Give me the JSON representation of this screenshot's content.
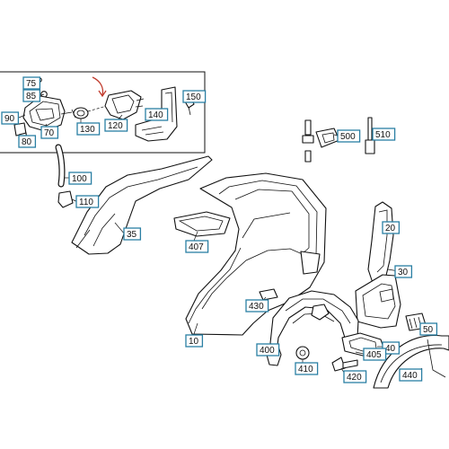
{
  "diagram": {
    "callouts": [
      {
        "id": "75",
        "label": "75"
      },
      {
        "id": "85",
        "label": "85"
      },
      {
        "id": "90",
        "label": "90"
      },
      {
        "id": "80",
        "label": "80"
      },
      {
        "id": "70",
        "label": "70"
      },
      {
        "id": "130",
        "label": "130"
      },
      {
        "id": "120",
        "label": "120"
      },
      {
        "id": "140",
        "label": "140"
      },
      {
        "id": "150",
        "label": "150"
      },
      {
        "id": "100",
        "label": "100"
      },
      {
        "id": "110",
        "label": "110"
      },
      {
        "id": "35",
        "label": "35"
      },
      {
        "id": "407",
        "label": "407"
      },
      {
        "id": "500",
        "label": "500"
      },
      {
        "id": "510",
        "label": "510"
      },
      {
        "id": "20",
        "label": "20"
      },
      {
        "id": "30",
        "label": "30"
      },
      {
        "id": "430",
        "label": "430"
      },
      {
        "id": "50",
        "label": "50"
      },
      {
        "id": "10",
        "label": "10"
      },
      {
        "id": "40",
        "label": "40"
      },
      {
        "id": "400",
        "label": "400"
      },
      {
        "id": "405",
        "label": "405"
      },
      {
        "id": "410",
        "label": "410"
      },
      {
        "id": "420",
        "label": "420"
      },
      {
        "id": "440",
        "label": "440"
      }
    ],
    "colors": {
      "box_border": "#2a7fa3",
      "line": "#111111",
      "arrow": "#c0392b",
      "background": "#ffffff"
    }
  }
}
